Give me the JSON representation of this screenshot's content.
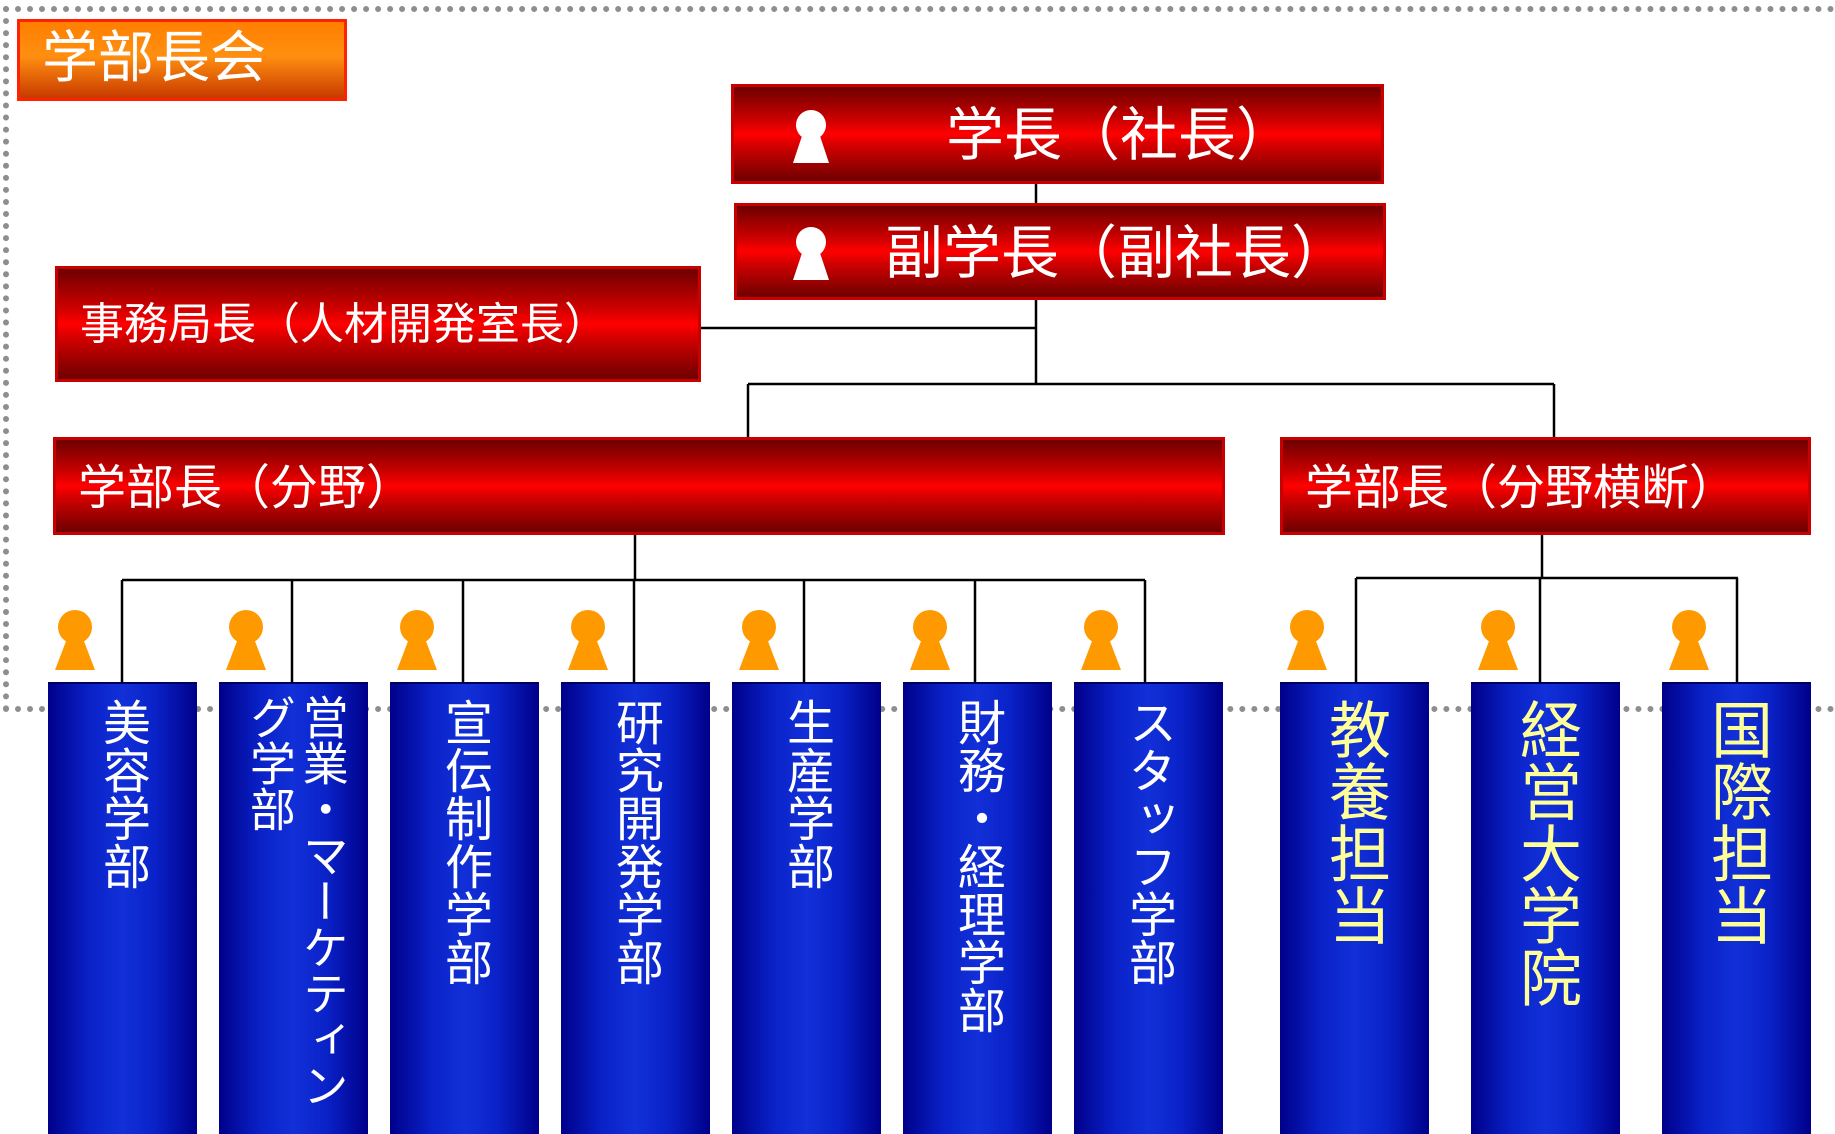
{
  "council_label": "学部長会",
  "president": "学長（社長）",
  "vice_president": "副学長（副社長）",
  "office_head": "事務局長（人材開発室長）",
  "dean_field": "学部長（分野）",
  "dean_cross": "学部長（分野横断）",
  "faculties": [
    "美容学部",
    "営業・マーケティング学部",
    "宣伝制作学部",
    "研究開発学部",
    "生産学部",
    "財務・経理学部",
    "スタッフ学部"
  ],
  "cross_units": [
    "教養担当",
    "経営大学院",
    "国際担当"
  ],
  "colors": {
    "red_box": "#cc0000",
    "blue_box": "#1230d8",
    "person_icon_white": "#ffffff",
    "person_icon_orange": "#ff9900",
    "cross_text": "#ffff99",
    "council_border": "#8e8e8e"
  }
}
